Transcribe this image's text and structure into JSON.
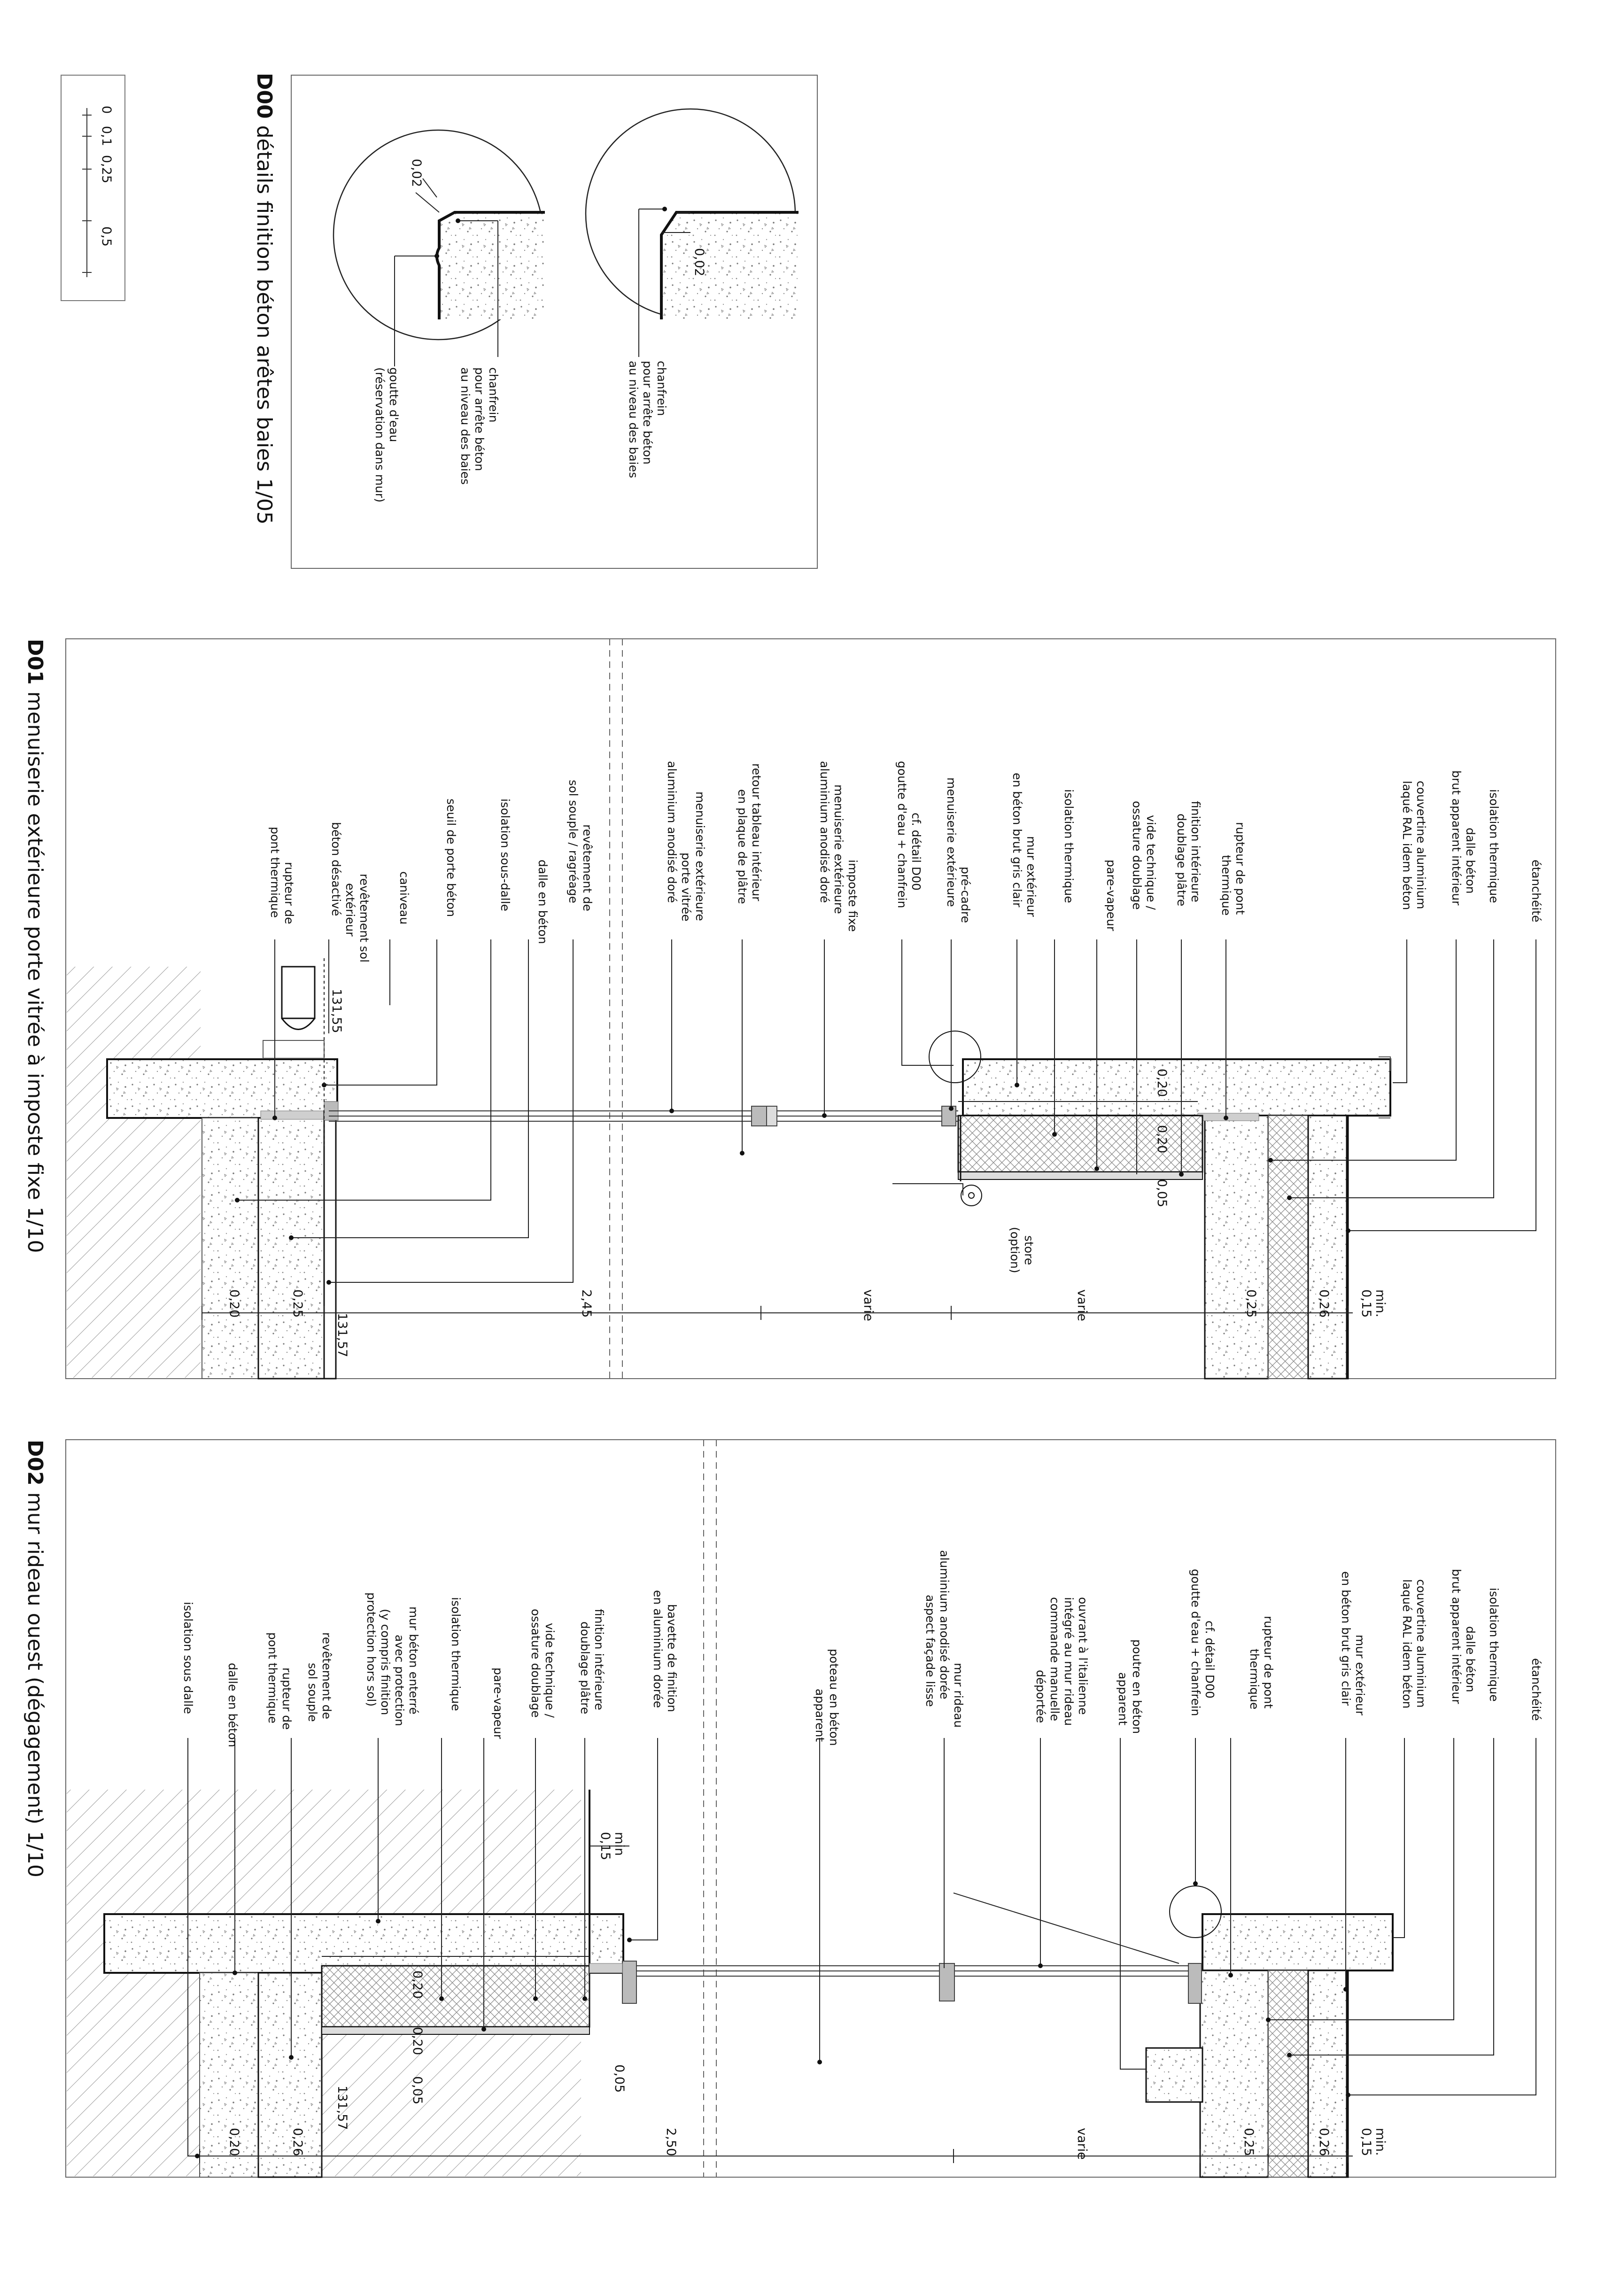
{
  "scale_bar": {
    "ticks": [
      "0",
      "0,1",
      "0,25",
      "0,5"
    ]
  },
  "d00": {
    "title_code": "D00",
    "title_text": " détails finition béton arêtes baies 1/05",
    "circle_left": {
      "dim": "0,02",
      "labels": [
        "chanfrein",
        "pour arrête béton",
        "au niveau des baies"
      ]
    },
    "circle_right": {
      "dim": "0,02",
      "labels_a": [
        "chanfrein",
        "pour arrête béton",
        "au niveau des baies"
      ],
      "labels_b": [
        "goutte d'eau",
        "(réservation dans mur)"
      ]
    }
  },
  "d01": {
    "title_code": "D01",
    "title_text": " menuiserie extérieure porte vitrée à imposte fixe 1/10",
    "labels": [
      [
        "étanchéité"
      ],
      [
        "isolation thermique"
      ],
      [
        "dalle  béton",
        "brut apparent intérieur"
      ],
      [
        "couvertine aluminium",
        "laqué RAL idem béton"
      ],
      [
        "rupteur de pont",
        "thermique"
      ],
      [
        "finition intérieure",
        "doublage plâtre"
      ],
      [
        "vide technique /",
        "ossature doublage"
      ],
      [
        "pare-vapeur"
      ],
      [
        "isolation thermique"
      ],
      [
        "mur extérieur",
        "en béton brut gris clair"
      ],
      [
        "pré-cadre",
        "menuiserie extérieure"
      ],
      [
        "cf. détail D00",
        "goutte d'eau + chanfrein"
      ],
      [
        "imposte fixe",
        "menuiserie extérieure",
        "aluminium anodisé doré"
      ],
      [
        "retour tableau intérieur",
        "en plaque de plâtre"
      ],
      [
        "menuiserie extérieure",
        "porte vitrée",
        "aluminium anodisé doré"
      ],
      [
        "revêtement de",
        "sol souple / ragréage"
      ],
      [
        "dalle en béton"
      ],
      [
        "isolation sous-dalle"
      ],
      [
        "seuil de porte béton"
      ],
      [
        "caniveau"
      ],
      [
        "revêtement sol",
        "extérieur",
        "béton désactivé"
      ],
      [
        "rupteur de",
        "pont thermique"
      ]
    ],
    "store": [
      "store",
      "(option)"
    ],
    "dims": {
      "min": "min.",
      "d015": "0,15",
      "d026": "0,26",
      "d025a": "0,25",
      "varie1": "varie",
      "varie2": "varie",
      "d245": "2,45",
      "d025b": "0,25",
      "d020": "0,20",
      "c1": "0,20",
      "c2": "0,20",
      "c3": "0,05",
      "lev1": "131,55",
      "lev2": "131,57"
    }
  },
  "d02": {
    "title_code": "D02",
    "title_text": " mur rideau ouest (dégagement) 1/10",
    "labels": [
      [
        "étanchéité"
      ],
      [
        "isolation thermique"
      ],
      [
        "dalle  béton",
        "brut apparent intérieur"
      ],
      [
        "couvertine aluminium",
        "laqué RAL idem béton"
      ],
      [
        "mur extérieur",
        "en béton brut gris clair"
      ],
      [
        "rupteur de pont",
        "thermique"
      ],
      [
        "cf. détail D00",
        "goutte d'eau + chanfrein"
      ],
      [
        "poutre en béton",
        "apparent"
      ],
      [
        "ouvrant à l'italienne",
        "intégré au mur rideau",
        "commande manuelle",
        "déportée"
      ],
      [
        "mur rideau",
        "aluminium anodisé dorée",
        "aspect façade lisse"
      ],
      [
        "poteau en béton",
        "apparent"
      ],
      [
        "bavette de finition",
        "en aluminium dorée"
      ],
      [
        "finition intérieure",
        "doublage plâtre"
      ],
      [
        "vide technique /",
        "ossature doublage"
      ],
      [
        "pare-vapeur"
      ],
      [
        "isolation thermique"
      ],
      [
        "mur béton enterré",
        "avec protection",
        "(y compris finition",
        "protection hors sol)"
      ],
      [
        "revêtement de",
        "sol souple"
      ],
      [
        "rupteur de",
        "pont thermique"
      ],
      [
        "dalle en béton"
      ],
      [
        "isolation sous dalle"
      ]
    ],
    "dims": {
      "min": "min.",
      "d015": "0,15",
      "d026": "0,26",
      "d025": "0,25",
      "varie": "varie",
      "d250": "2,50",
      "d026b": "0,26",
      "d020": "0,20",
      "c1": "0,20",
      "c2": "0,20",
      "c3": "0,05",
      "c4": "0,05",
      "minb": "min",
      "d015b": "0,15",
      "lev": "131,57"
    }
  }
}
